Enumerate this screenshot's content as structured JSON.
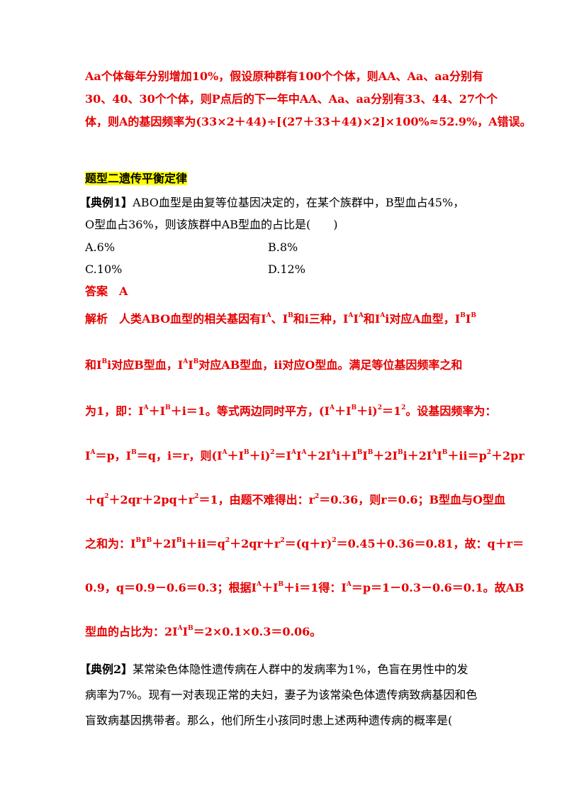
{
  "intro": {
    "line1": "Aa个体每年分别增加10%，假设原种群有100个个体，则AA、Aa、aa分别有",
    "line2": "30、40、30个个体，则P点后的下一年中AA、Aa、aa分别有33、44、27个个",
    "line3": "体，则A的基因频率为(33×2＋44)÷[(27＋33＋44)×2]×100%≈52.9%，A错误。"
  },
  "section_title": "题型二遗传平衡定律",
  "example1": {
    "tag": "【典例1】",
    "q1": "ABO血型是由复等位基因决定的，在某个族群中，B型血占45%，",
    "q2": "O型血占36%，则该族群中AB型血的占比是(　　)",
    "optA": "A.6%",
    "optB": "B.8%",
    "optC": "C.10%",
    "optD": "D.12%",
    "answer": "答案　A"
  },
  "analysis": {
    "l1a": "解析　人类ABO血型的相关基因有I",
    "l1b": "、I",
    "l1c": "和i三种，I",
    "l1d": "I",
    "l1e": "和I",
    "l1f": "i对应A血型，I",
    "l1g": "I",
    "l2a": "和I",
    "l2b": "i对应B型血，I",
    "l2c": "I",
    "l2d": "对应AB型血，ii对应O型血。满足等位基因频率之和",
    "l3a": "为1，即：I",
    "l3b": "＋I",
    "l3c": "＋i＝1。等式两边同时平方，(I",
    "l3d": "＋I",
    "l3e": "＋i)",
    "l3f": "＝1",
    "l3g": "。设基因频率为：",
    "l4a": "I",
    "l4b": "＝p，I",
    "l4c": "＝q，i＝r，则(I",
    "l4d": "＋I",
    "l4e": "＋i)",
    "l4f": "＝I",
    "l4g": "I",
    "l4h": "＋2I",
    "l4i": "i＋I",
    "l4j": "I",
    "l4k": "＋2I",
    "l4l": "i＋2I",
    "l4m": "I",
    "l4n": "＋ii＝p",
    "l4o": "＋2pr",
    "l5a": "＋q",
    "l5b": "＋2qr＋2pq＋r",
    "l5c": "＝1，由题不难得出：r",
    "l5d": "＝0.36，则r＝0.6；B型血与O型血",
    "l6a": "之和为：I",
    "l6b": "I",
    "l6c": "＋2I",
    "l6d": "i＋ii＝q",
    "l6e": "＋2qr＋r",
    "l6f": "＝(q＋r)",
    "l6g": "＝0.45＋0.36＝0.81，故：q＋r＝",
    "l7a": "0.9，q＝0.9－0.6＝0.3；根据I",
    "l7b": "＋I",
    "l7c": "＋i＝1得：I",
    "l7d": "＝p＝1－0.3－0.6＝0.1。故AB",
    "l8a": "型血的占比为：2I",
    "l8b": "I",
    "l8c": "＝2×0.1×0.3＝0.06。",
    "supA": "A",
    "supB": "B",
    "sup2": "2"
  },
  "example2": {
    "tag": "【典例2】",
    "l1": "某常染色体隐性遗传病在人群中的发病率为1%，色盲在男性中的发",
    "l2": "病率为7%。现有一对表现正常的夫妇，妻子为该常染色体遗传病致病基因和色",
    "l3": "盲致病基因携带者。那么，他们所生小孩同时患上述两种遗传病的概率是("
  }
}
